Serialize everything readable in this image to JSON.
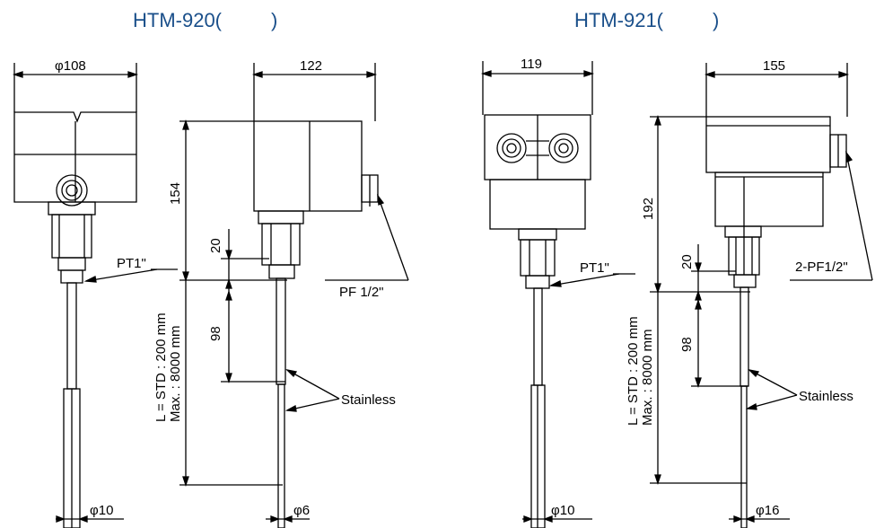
{
  "titles": {
    "left": "HTM-920(         )",
    "right": "HTM-921(         )"
  },
  "left": {
    "dims": {
      "head_diameter": "φ108",
      "head_width": "122",
      "height": "154",
      "thread_len": "20",
      "probe_len": "98",
      "rod_dia_a": "φ10",
      "rod_dia_b": "φ6"
    },
    "length": {
      "std": "L = STD : 200 mm",
      "max": "Max. : 8000 mm"
    },
    "labels": {
      "thread": "PT1\"",
      "conduit": "PF 1/2\"",
      "material": "Stainless"
    }
  },
  "right": {
    "dims": {
      "head_width_a": "119",
      "head_width_b": "155",
      "height": "192",
      "thread_len": "20",
      "probe_len": "98",
      "rod_dia_a": "φ10",
      "rod_dia_b": "φ16"
    },
    "length": {
      "std": "L = STD : 200 mm",
      "max": "Max. : 8000 mm"
    },
    "labels": {
      "thread": "PT1\"",
      "conduit": "2-PF1/2\"",
      "material": "Stainless"
    }
  }
}
